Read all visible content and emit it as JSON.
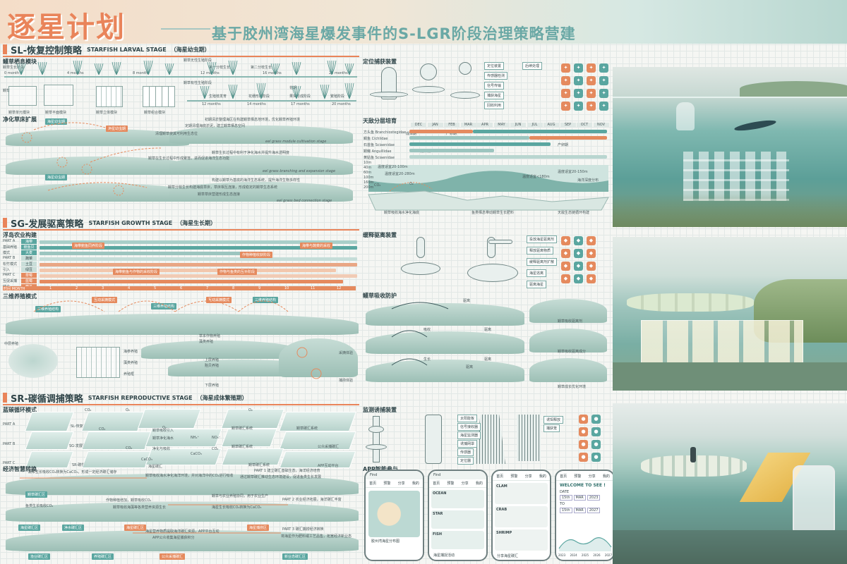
{
  "header": {
    "title": "逐星计划",
    "subtitle": "基于胶州湾海星爆发事件的S-LGR阶段治理策略营建"
  },
  "sections": {
    "sl": {
      "name": "SL-恢复控制策略",
      "en": "STARFISH LARVAL STAGE",
      "cn": "（海星幼虫期）"
    },
    "sg": {
      "name": "SG-发展驱离策略",
      "en": "STARFISH GROWTH STAGE",
      "cn": "（海星生长期）"
    },
    "sr": {
      "name": "SR-碳循调捕策略",
      "en": "STARFISH REPRODUCTIVE STAGE",
      "cn": "（海星成体繁殖期）"
    }
  },
  "sl_panel": {
    "module_title": "鳗草栖息模块",
    "growth_cycle": "鳗草生长阶段",
    "months_a": [
      "0 month",
      "4 months",
      "8 months",
      "12 months",
      "16 months",
      "20 months"
    ],
    "months_b": [
      "12 months",
      "14 months",
      "17 months",
      "20 months"
    ],
    "stage_a": "鳗草无性生殖阶段",
    "stage_b": "鳗草有性生殖阶段",
    "stage_a_items": [
      "第一分枝生长",
      "第二分枝生长"
    ],
    "stage_b_items": [
      "生殖枝发育",
      "花穗形成阶段",
      "花期",
      "果实形成阶段",
      "繁殖阶段"
    ],
    "label_eelgrass": "鳗草",
    "modules": [
      "鳗草单元模块",
      "鳗草平面模块",
      "鳗草立体模块",
      "鳗草组合模块"
    ],
    "purify_title": "净化草床扩展",
    "tags": [
      "海星幼虫期",
      "海星幼虫期",
      "海星幼虫期"
    ],
    "purify_notes": [
      "初期清淤整理海区在构建鳗草栖息地环境，优化鳗草养殖环境",
      "定期清理海底淤泥，建立鳗草栖息空间",
      "清理鳗草使其可利用生态位",
      "鳗草生长过程中有利于净化海水并提升海水透明度",
      "鳗草在生长过程中形成聚落，进而促进海洋生态功能",
      "鳗草分枝生长构建海底草床，草床相互连接，形成稳定的鳗草生态系统",
      "构建以鳗草为基底的海洋生态系统，提升海洋生物多样性",
      "鳗草草床营建形成生态连接"
    ],
    "stages_en": [
      "eel grass module cultivation stage",
      "eel grass branching and expansion stage",
      "eel grass bed connection stage"
    ]
  },
  "capture_panel": {
    "title": "定位捕获装置",
    "flow": [
      "定位装置",
      "传感器检测",
      "信号传输",
      "捕获海星",
      "回收利用",
      "后续处理"
    ],
    "layer_title": "天敌分层培育",
    "months": [
      "DEC",
      "JAN",
      "FEB",
      "MAR",
      "APR",
      "MAY",
      "JUN",
      "JUL",
      "AUG",
      "SEP",
      "OCT",
      "NOV"
    ],
    "species": [
      "方头鱼 Branchiostegidae",
      "鲷鱼 Cichlidae",
      "石首鱼 Sciaenidae",
      "鳗鲡 Anguillidae",
      "黄姑鱼 Sciaenidae"
    ],
    "legend": [
      "产卵期",
      "成体期"
    ],
    "depths": [
      "10m",
      "40m",
      "60m",
      "100m",
      "160m",
      "200m"
    ],
    "depth_notes": [
      "温度适宜20-100m",
      "温度适宜20-280m",
      "温度适宜20-150m",
      "温度适宜<180m"
    ],
    "labels": [
      "CO₂",
      "O₂",
      "海洋深度分布"
    ],
    "captions": [
      "鳗草吸收海水净化海底",
      "鱼类栖息带动鳗草生长肥料",
      "天敌生态链循环构建"
    ]
  },
  "sg_panel": {
    "raft_title": "浮岛农业构建",
    "parts": [
      "PART A",
      "PART B",
      "PART C"
    ],
    "rows_a": [
      "基础养殖",
      "模式"
    ],
    "rows_b": [
      "松竹模式",
      "引入"
    ],
    "rows_c": [
      "互促采捕",
      "结合"
    ],
    "cells": [
      "海带",
      "鲍鱼贝",
      "大麦",
      "蔬菜",
      "土豆",
      "绿豆",
      "草莓",
      "蓝莓",
      "西瓜"
    ],
    "bar_tags": [
      "海带鲍鱼同养阶段",
      "海带与蔬菜的采收",
      "作物种植收获阶段",
      "海带鲍鱼与作物的采收阶段",
      "作物与鱼类的互补阶段"
    ],
    "axis": "时间 MONTH",
    "axis_ticks": [
      "1",
      "2",
      "3",
      "4",
      "5",
      "6",
      "7",
      "8",
      "9",
      "10",
      "11",
      "12"
    ],
    "breed_title": "三维养殖模式",
    "breed_tags": [
      "三维养殖结构",
      "互动采摘模式",
      "三维养殖结构",
      "互动采摘模式",
      "三维养殖结构"
    ],
    "breed_labels": [
      "中层养殖",
      "海参养殖",
      "藻类养殖",
      "养殖框",
      "草本作物养殖",
      "藻类养殖",
      "上层养殖",
      "贻贝养殖",
      "下层养殖",
      "采摘体验",
      "捕捞体验"
    ],
    "release_title": "缓释驱离装置",
    "release_notes": [
      "投放海星驱离剂",
      "释放驱离物质",
      "缓释驱离剂扩散",
      "海星逃离",
      "驱离海星"
    ],
    "protect_title": "鳗草吸收防护",
    "protect_labels": [
      "驱离",
      "驱离",
      "吸收",
      "驱离",
      "生长",
      "驱离"
    ],
    "protect_caps": [
      "鳗草吸收驱离剂",
      "鳗草吸收驱离成分",
      "鳗草成长优化环境"
    ]
  },
  "sr_panel": {
    "carbon_title": "蓝碳循环模式",
    "parts": [
      "PART A",
      "PART B",
      "PART C"
    ],
    "part_notes": [
      "SL-恢复控制策略",
      "SG-发展驱离策略",
      "SR-碳循调捕策略"
    ],
    "flow_labels": [
      "CO₂",
      "O₂",
      "CO₂",
      "O₂",
      "CO₂",
      "O₂",
      "NH₄⁺",
      "NO₃⁻",
      "CaCO₃",
      "CO₂",
      "CaCO₃"
    ],
    "flow_notes": [
      "鳗草净化海水",
      "鳗草吸收引入",
      "鳗草碳汇系统",
      "鳗草碳汇系统",
      "净化与吸收",
      "鳗草碳汇系统",
      "海星碳汇",
      "鳗草碳汇系统",
      "公众采捕碳汇",
      "APP互动平台"
    ],
    "econ_title": "经济智慧转换",
    "econ_notes": [
      "鳗草生长吸收CO₂转换为CaCO₃，形成一定经济碳汇储存",
      "鳗草吸收海水净化海洋环境，并对海洋中的CO₂进行吸收",
      "PART 1 建立碳汇基础生态，海洋经济培育",
      "通过鳗草碳汇推动生态环境建设，促进鱼类生长发展",
      "鱼类生长吸收CO₂",
      "作物种植增加，鳗草吸收CO₂",
      "PART 2 农业经济拓展，海洋碳汇丰富",
      "鳗草吸收海藻等各类营养资源生长",
      "海星生长吸收CO₂转换为CaCO₃",
      "鳗草与农业养殖协同，用于农业生产",
      "PART 3 碳汇捕捞经济转换",
      "海星营养物质提取海洋碳汇资源，APP平台互动",
      "APP公众收集海星捕获积分",
      "将海星作为肥料或工艺品售，拓宽经济新业态"
    ],
    "econ_tags": [
      "鳗草碳汇区",
      "海星碳汇区",
      "海星碳汇区",
      "净水碳汇区",
      "海星捕捞区",
      "渔业碳汇区",
      "公众采捕碳汇",
      "养殖碳汇区",
      "新业态碳汇区"
    ],
    "monitor_title": "监测诱捕装置",
    "monitor_notes": [
      "太阳能板",
      "信号接收器",
      "海星监测器",
      "诱捕网罩",
      "传感器",
      "定位器",
      "诱饵释放",
      "捕获笼"
    ],
    "app_title": "APP智能参与",
    "phone1": {
      "tabs": [
        "首页",
        "预警",
        "分享",
        "我的"
      ],
      "title": "Find",
      "caption": "胶州湾海星分布图"
    },
    "phone2": {
      "tabs": [
        "首页",
        "预警",
        "分享",
        "我的"
      ],
      "title": "Find",
      "cards": [
        "OCEAN",
        "STAR",
        "FISH"
      ],
      "note": "海星捕捉活动"
    },
    "phone3": {
      "tabs": [
        "首页",
        "预警",
        "分享",
        "我的"
      ],
      "cards": [
        "CLAM",
        "CRAB",
        "SHRIMP"
      ],
      "note": "分享海星碳汇"
    },
    "phone4": {
      "tabs": [
        "首页",
        "预警",
        "分享",
        "我的"
      ],
      "title": "WELCOME TO SEE !",
      "date": "DATE",
      "from": [
        "15th",
        "MAR",
        "2023"
      ],
      "to_label": "TO",
      "to": [
        "15th",
        "MAR",
        "2027"
      ],
      "years": [
        "2023",
        "2024",
        "2025",
        "2026",
        "2027"
      ]
    }
  },
  "colors": {
    "accent": "#e9845a",
    "teal": "#5aa6a0",
    "dark": "#2f4448"
  }
}
